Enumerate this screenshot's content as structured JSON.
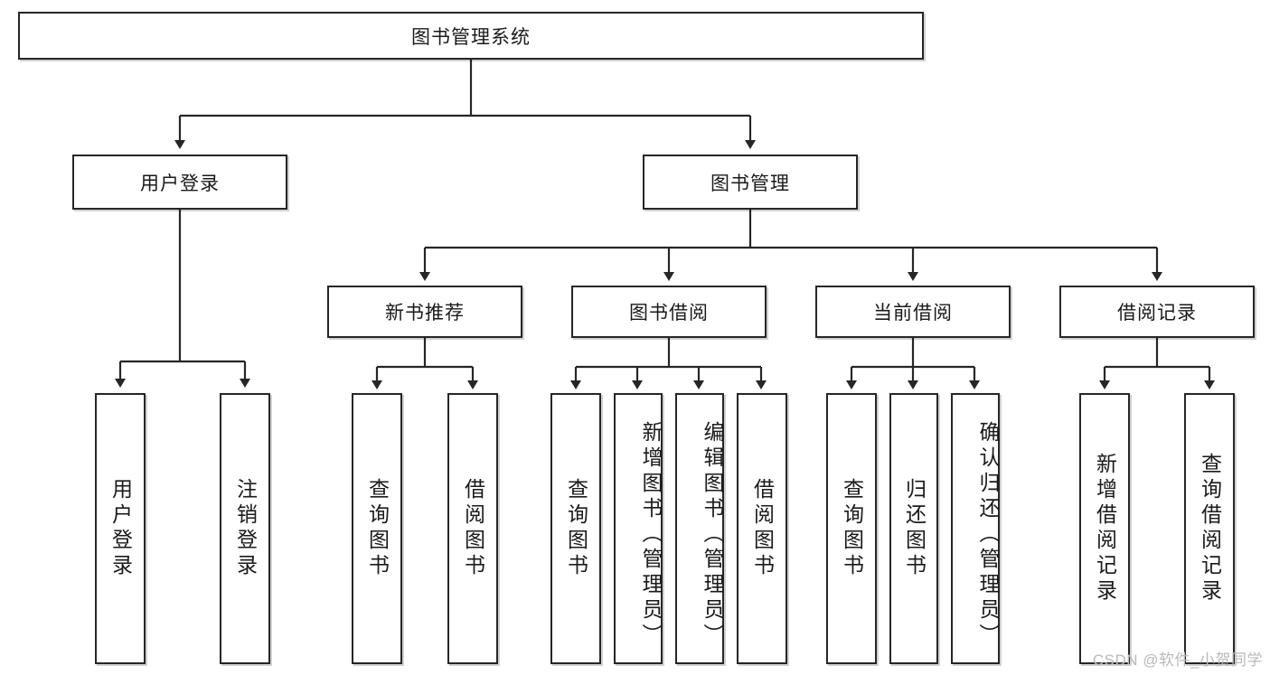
{
  "diagram": {
    "title": "图书管理系统",
    "type": "tree-hierarchy-diagram",
    "root": {
      "label": "图书管理系统"
    },
    "level1": [
      {
        "label": "用户登录"
      },
      {
        "label": "图书管理"
      }
    ],
    "level2": [
      {
        "label": "新书推荐"
      },
      {
        "label": "图书借阅"
      },
      {
        "label": "当前借阅"
      },
      {
        "label": "借阅记录"
      }
    ],
    "leaves": {
      "user_login": [
        {
          "label": "用户登录"
        },
        {
          "label": "注销登录"
        }
      ],
      "new_book_recommend": [
        {
          "label": "查询图书"
        },
        {
          "label": "借阅图书"
        }
      ],
      "book_borrow": [
        {
          "label": "查询图书"
        },
        {
          "label": "新增图书（管理员）"
        },
        {
          "label": "编辑图书（管理员）"
        },
        {
          "label": "借阅图书"
        }
      ],
      "current_borrow": [
        {
          "label": "查询图书"
        },
        {
          "label": "归还图书"
        },
        {
          "label": "确认归还（管理员）"
        }
      ],
      "borrow_record": [
        {
          "label": "新增借阅记录"
        },
        {
          "label": "查询借阅记录"
        }
      ]
    }
  },
  "watermark": {
    "text": "CSDN @软件_小贺同学"
  },
  "colors": {
    "stroke": "#262626",
    "fill": "#ffffff",
    "text": "#1a1a1a",
    "watermark": "#b9b9b9"
  }
}
